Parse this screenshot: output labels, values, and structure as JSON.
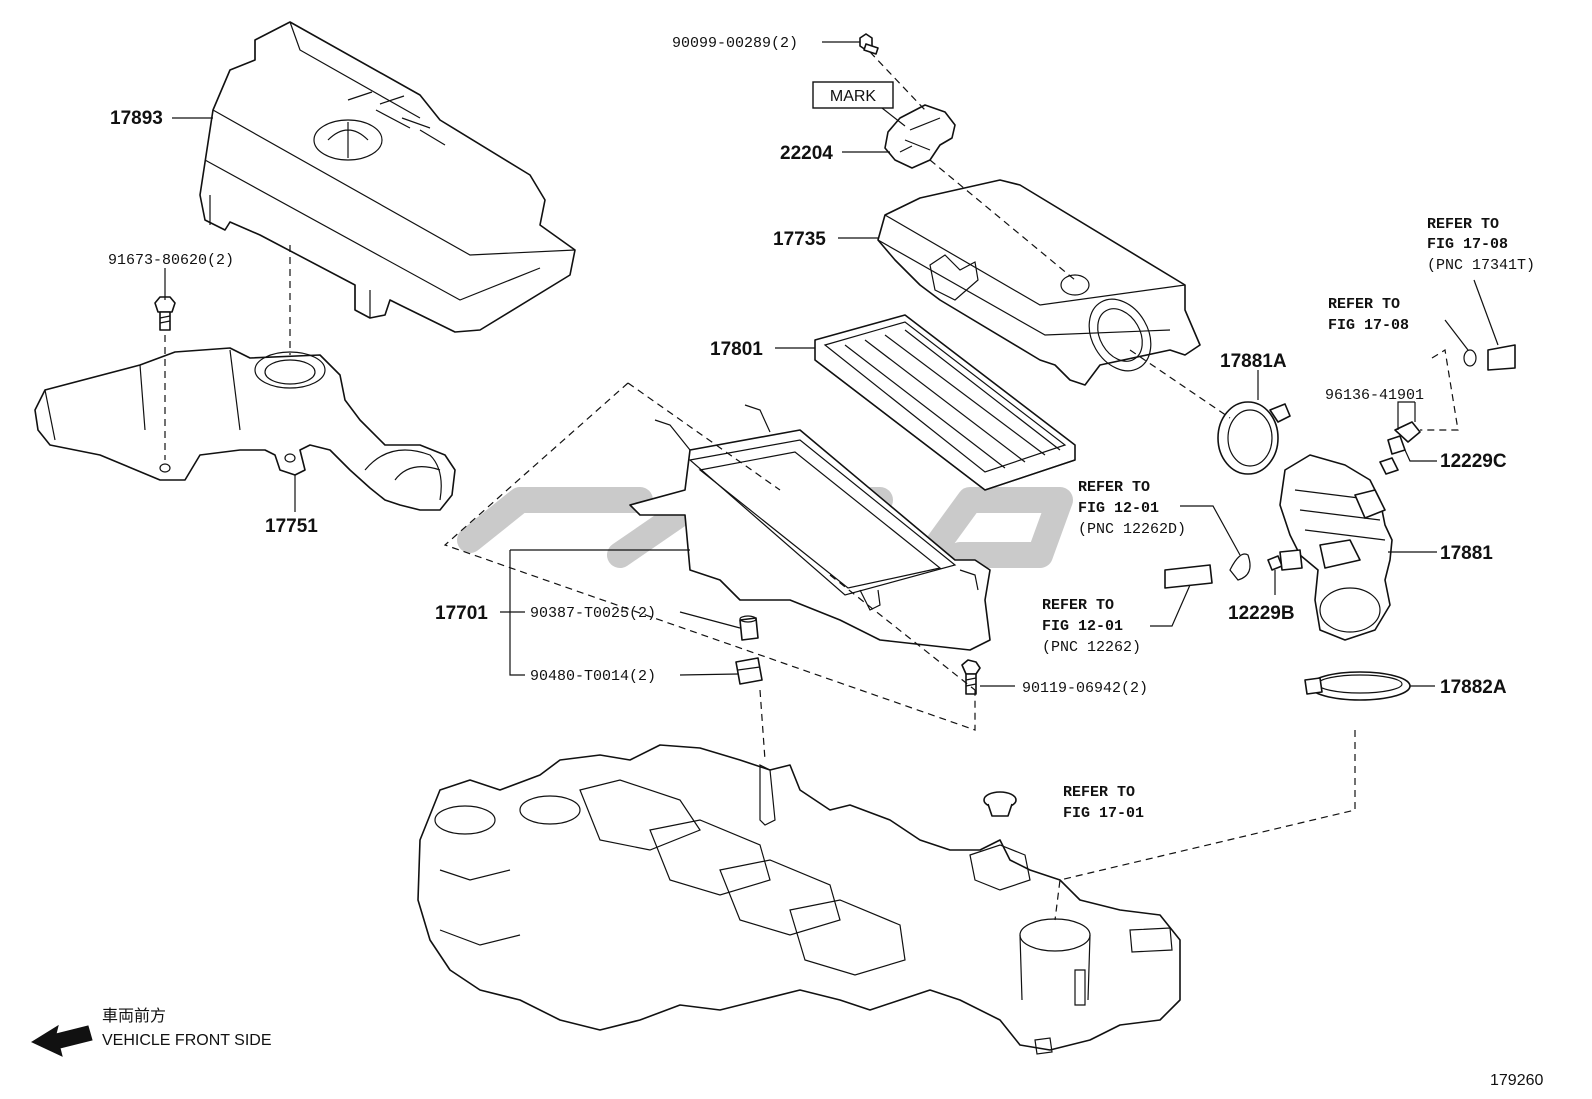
{
  "parts": {
    "p17893": "17893",
    "p91673": "91673-80620(2)",
    "p17751": "17751",
    "p90099": "90099-00289(2)",
    "mark": "MARK",
    "p22204": "22204",
    "p17735": "17735",
    "p17801": "17801",
    "p17881A": "17881A",
    "p96136": "96136-41901",
    "p12229C": "12229C",
    "p17881": "17881",
    "p12229B": "12229B",
    "p17701": "17701",
    "p90387": "90387-T0025(2)",
    "p90480": "90480-T0014(2)",
    "p90119": "90119-06942(2)",
    "p17882A": "17882A"
  },
  "refs": {
    "r1708_pnc": {
      "l1": "REFER TO",
      "l2": "FIG 17-08",
      "l3": "(PNC 17341T)"
    },
    "r1708": {
      "l1": "REFER TO",
      "l2": "FIG 17-08"
    },
    "r1201_d": {
      "l1": "REFER TO",
      "l2": "FIG 12-01",
      "l3": "(PNC 12262D)"
    },
    "r1201": {
      "l1": "REFER TO",
      "l2": "FIG 12-01",
      "l3": "(PNC 12262)"
    },
    "r1701": {
      "l1": "REFER TO",
      "l2": "FIG 17-01"
    }
  },
  "footer": {
    "direction_jp": "車両前方",
    "direction_en": "VEHICLE FRONT SIDE",
    "figure_number": "179260"
  },
  "colors": {
    "line": "#111111",
    "background": "#ffffff",
    "watermark": "#8a8a8a"
  }
}
